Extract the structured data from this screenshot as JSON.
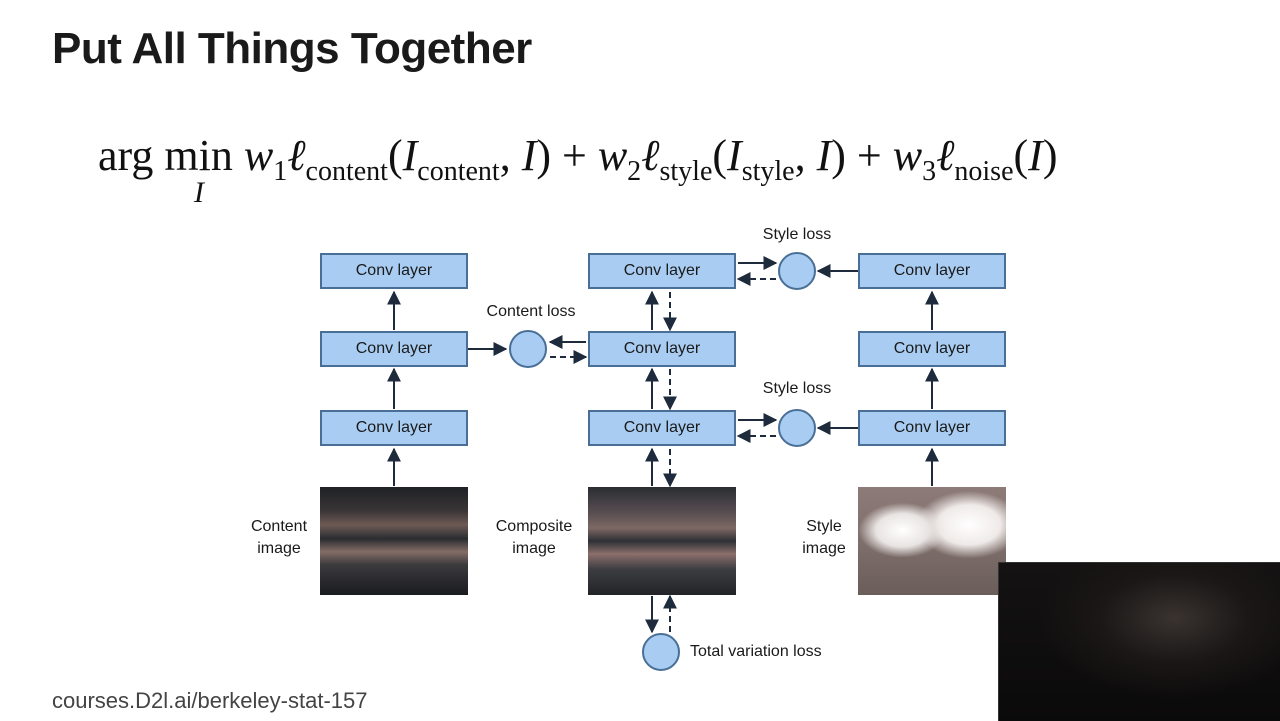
{
  "slide": {
    "title": "Put All Things Together",
    "footer_url": "courses.D2l.ai/berkeley-stat-157"
  },
  "formula": {
    "argmin": "arg min",
    "argmin_var": "I",
    "w1": "w",
    "w1_sub": "1",
    "l1": "ℓ",
    "l1_sub": "content",
    "args1_open": "(",
    "args1_I": "I",
    "args1_I_sub": "content",
    "args1_rest": ", ",
    "args1_I2": "I",
    "args1_close": ") + ",
    "w2": "w",
    "w2_sub": "2",
    "l2": "ℓ",
    "l2_sub": "style",
    "args2_open": "(",
    "args2_I": "I",
    "args2_I_sub": "style",
    "args2_rest": ", ",
    "args2_I2": "I",
    "args2_close": ") + ",
    "w3": "w",
    "w3_sub": "3",
    "l3": "ℓ",
    "l3_sub": "noise",
    "args3_open": "(",
    "args3_I": "I",
    "args3_close": ")"
  },
  "diagram": {
    "conv_label": "Conv layer",
    "content_loss": "Content loss",
    "style_loss_top": "Style loss",
    "style_loss_bottom": "Style loss",
    "total_variation_loss": "Total variation loss",
    "content_image_line1": "Content",
    "content_image_line2": "image",
    "composite_image_line1": "Composite",
    "composite_image_line2": "image",
    "style_image_line1": "Style",
    "style_image_line2": "image"
  }
}
